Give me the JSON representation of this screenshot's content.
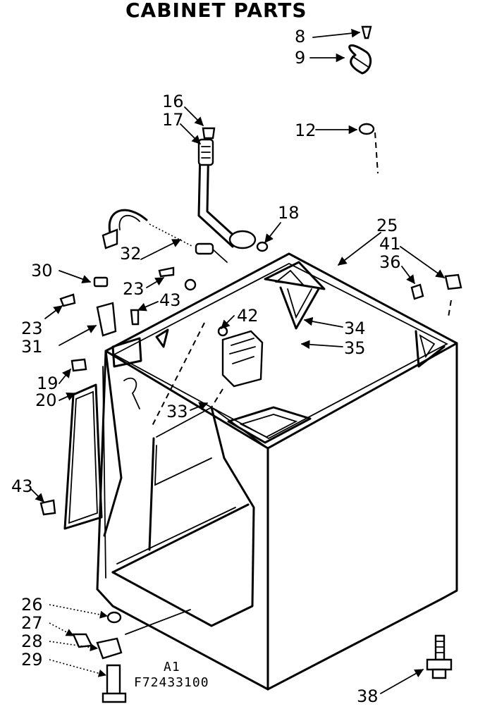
{
  "title": "CABINET PARTS",
  "model_code_line1": "A1",
  "model_code_line2": "F72433100",
  "callouts": {
    "c8": "8",
    "c9": "9",
    "c12": "12",
    "c16": "16",
    "c17": "17",
    "c18": "18",
    "c25": "25",
    "c41": "41",
    "c36": "36",
    "c30": "30",
    "c32": "32",
    "c23a": "23",
    "c43a": "43",
    "c42": "42",
    "c23b": "23",
    "c31": "31",
    "c34": "34",
    "c35": "35",
    "c19": "19",
    "c20": "20",
    "c33": "33",
    "c43b": "43",
    "c26": "26",
    "c27": "27",
    "c28": "28",
    "c29": "29",
    "c38": "38"
  }
}
